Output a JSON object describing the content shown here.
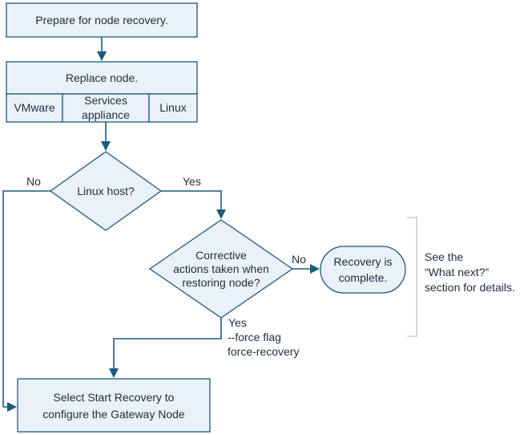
{
  "nodes": {
    "prepare": "Prepare for node recovery.",
    "replace": "Replace node.",
    "vmware": "VMware",
    "services_line1": "Services",
    "services_line2": "appliance",
    "linux": "Linux",
    "linux_host": "Linux host?",
    "corrective_line1": "Corrective",
    "corrective_line2": "actions taken when",
    "corrective_line3": "restoring node?",
    "complete_line1": "Recovery is",
    "complete_line2": "complete.",
    "start_line1": "Select Start Recovery to",
    "start_line2": "configure the Gateway Node"
  },
  "labels": {
    "no_left": "No",
    "yes_right": "Yes",
    "no_corrective": "No",
    "yes_corrective": "Yes",
    "force_flag": "--force flag",
    "force_recovery": "force-recovery"
  },
  "note": {
    "line1": "See the",
    "line2": "“What next?”",
    "line3": "section for details."
  }
}
